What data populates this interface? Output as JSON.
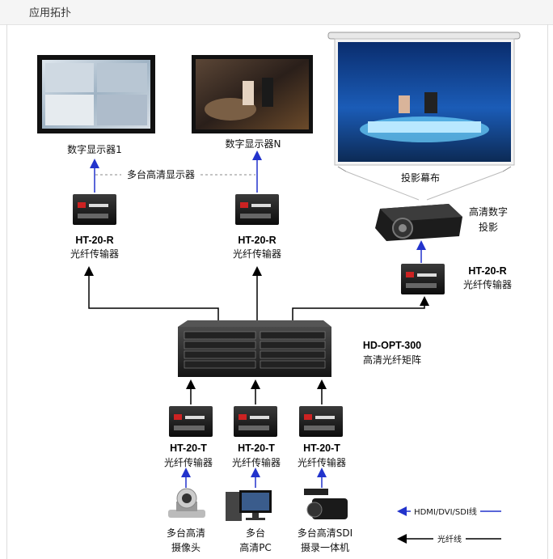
{
  "header": {
    "title": "应用拓扑"
  },
  "screens": {
    "display1": "数字显示器1",
    "displayN": "数字显示器N",
    "multi": "多台高清显示器",
    "projection": "投影幕布",
    "projector": [
      "高清数字",
      "投影"
    ]
  },
  "receivers": {
    "model": "HT-20-R",
    "desc": "光纤传输器"
  },
  "matrix": {
    "model": "HD-OPT-300",
    "desc": "高清光纤矩阵"
  },
  "transmitters": {
    "model": "HT-20-T",
    "desc": "光纤传输器"
  },
  "sources": {
    "camera": [
      "多台高清",
      "摄像头"
    ],
    "pc": [
      "多台",
      "高清PC"
    ],
    "camcorder": [
      "多台高清SDI",
      "摄录一体机"
    ]
  },
  "legend": {
    "hdmi": "HDMI/DVI/SDI线",
    "fiber": "光纤线"
  },
  "colors": {
    "blue_line": "#2233cc",
    "black_line": "#000000"
  }
}
